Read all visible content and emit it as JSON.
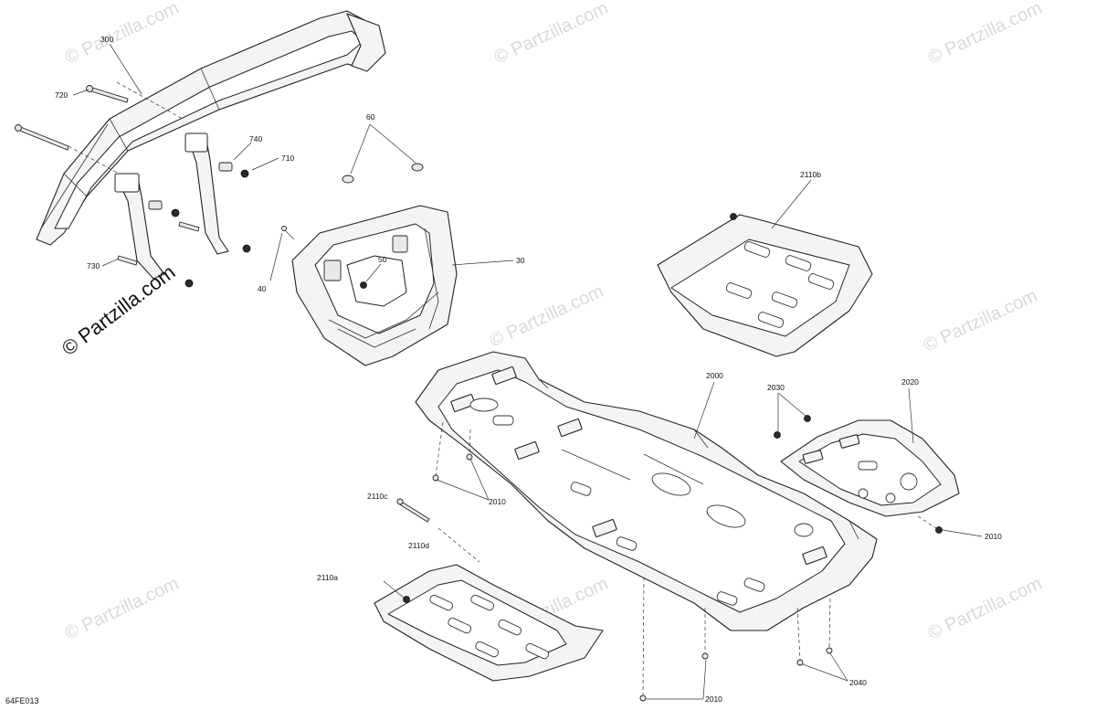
{
  "watermark": {
    "text": "© Partzilla.com",
    "color": "#d9d9d9"
  },
  "copyright_mark": "© Partzilla.com",
  "reference_code": "64FE013",
  "callouts": {
    "c300": "300",
    "c720": "720",
    "c740": "740",
    "c710": "710",
    "c730": "730",
    "c60": "60",
    "c50": "50",
    "c40": "40",
    "c30": "30",
    "c2110b": "2110b",
    "c2000": "2000",
    "c2030": "2030",
    "c2020": "2020",
    "c2010_a": "2010",
    "c2010_b": "2010",
    "c2010_c": "2010",
    "c2110c": "2110c",
    "c2110d": "2110d",
    "c2110a": "2110a",
    "c2040": "2040"
  },
  "icons": {
    "bumper": "front-bumper-icon",
    "fascia": "front-fascia-icon",
    "skid_plate": "skid-plate-icon",
    "fastener": "bolt-icon"
  }
}
